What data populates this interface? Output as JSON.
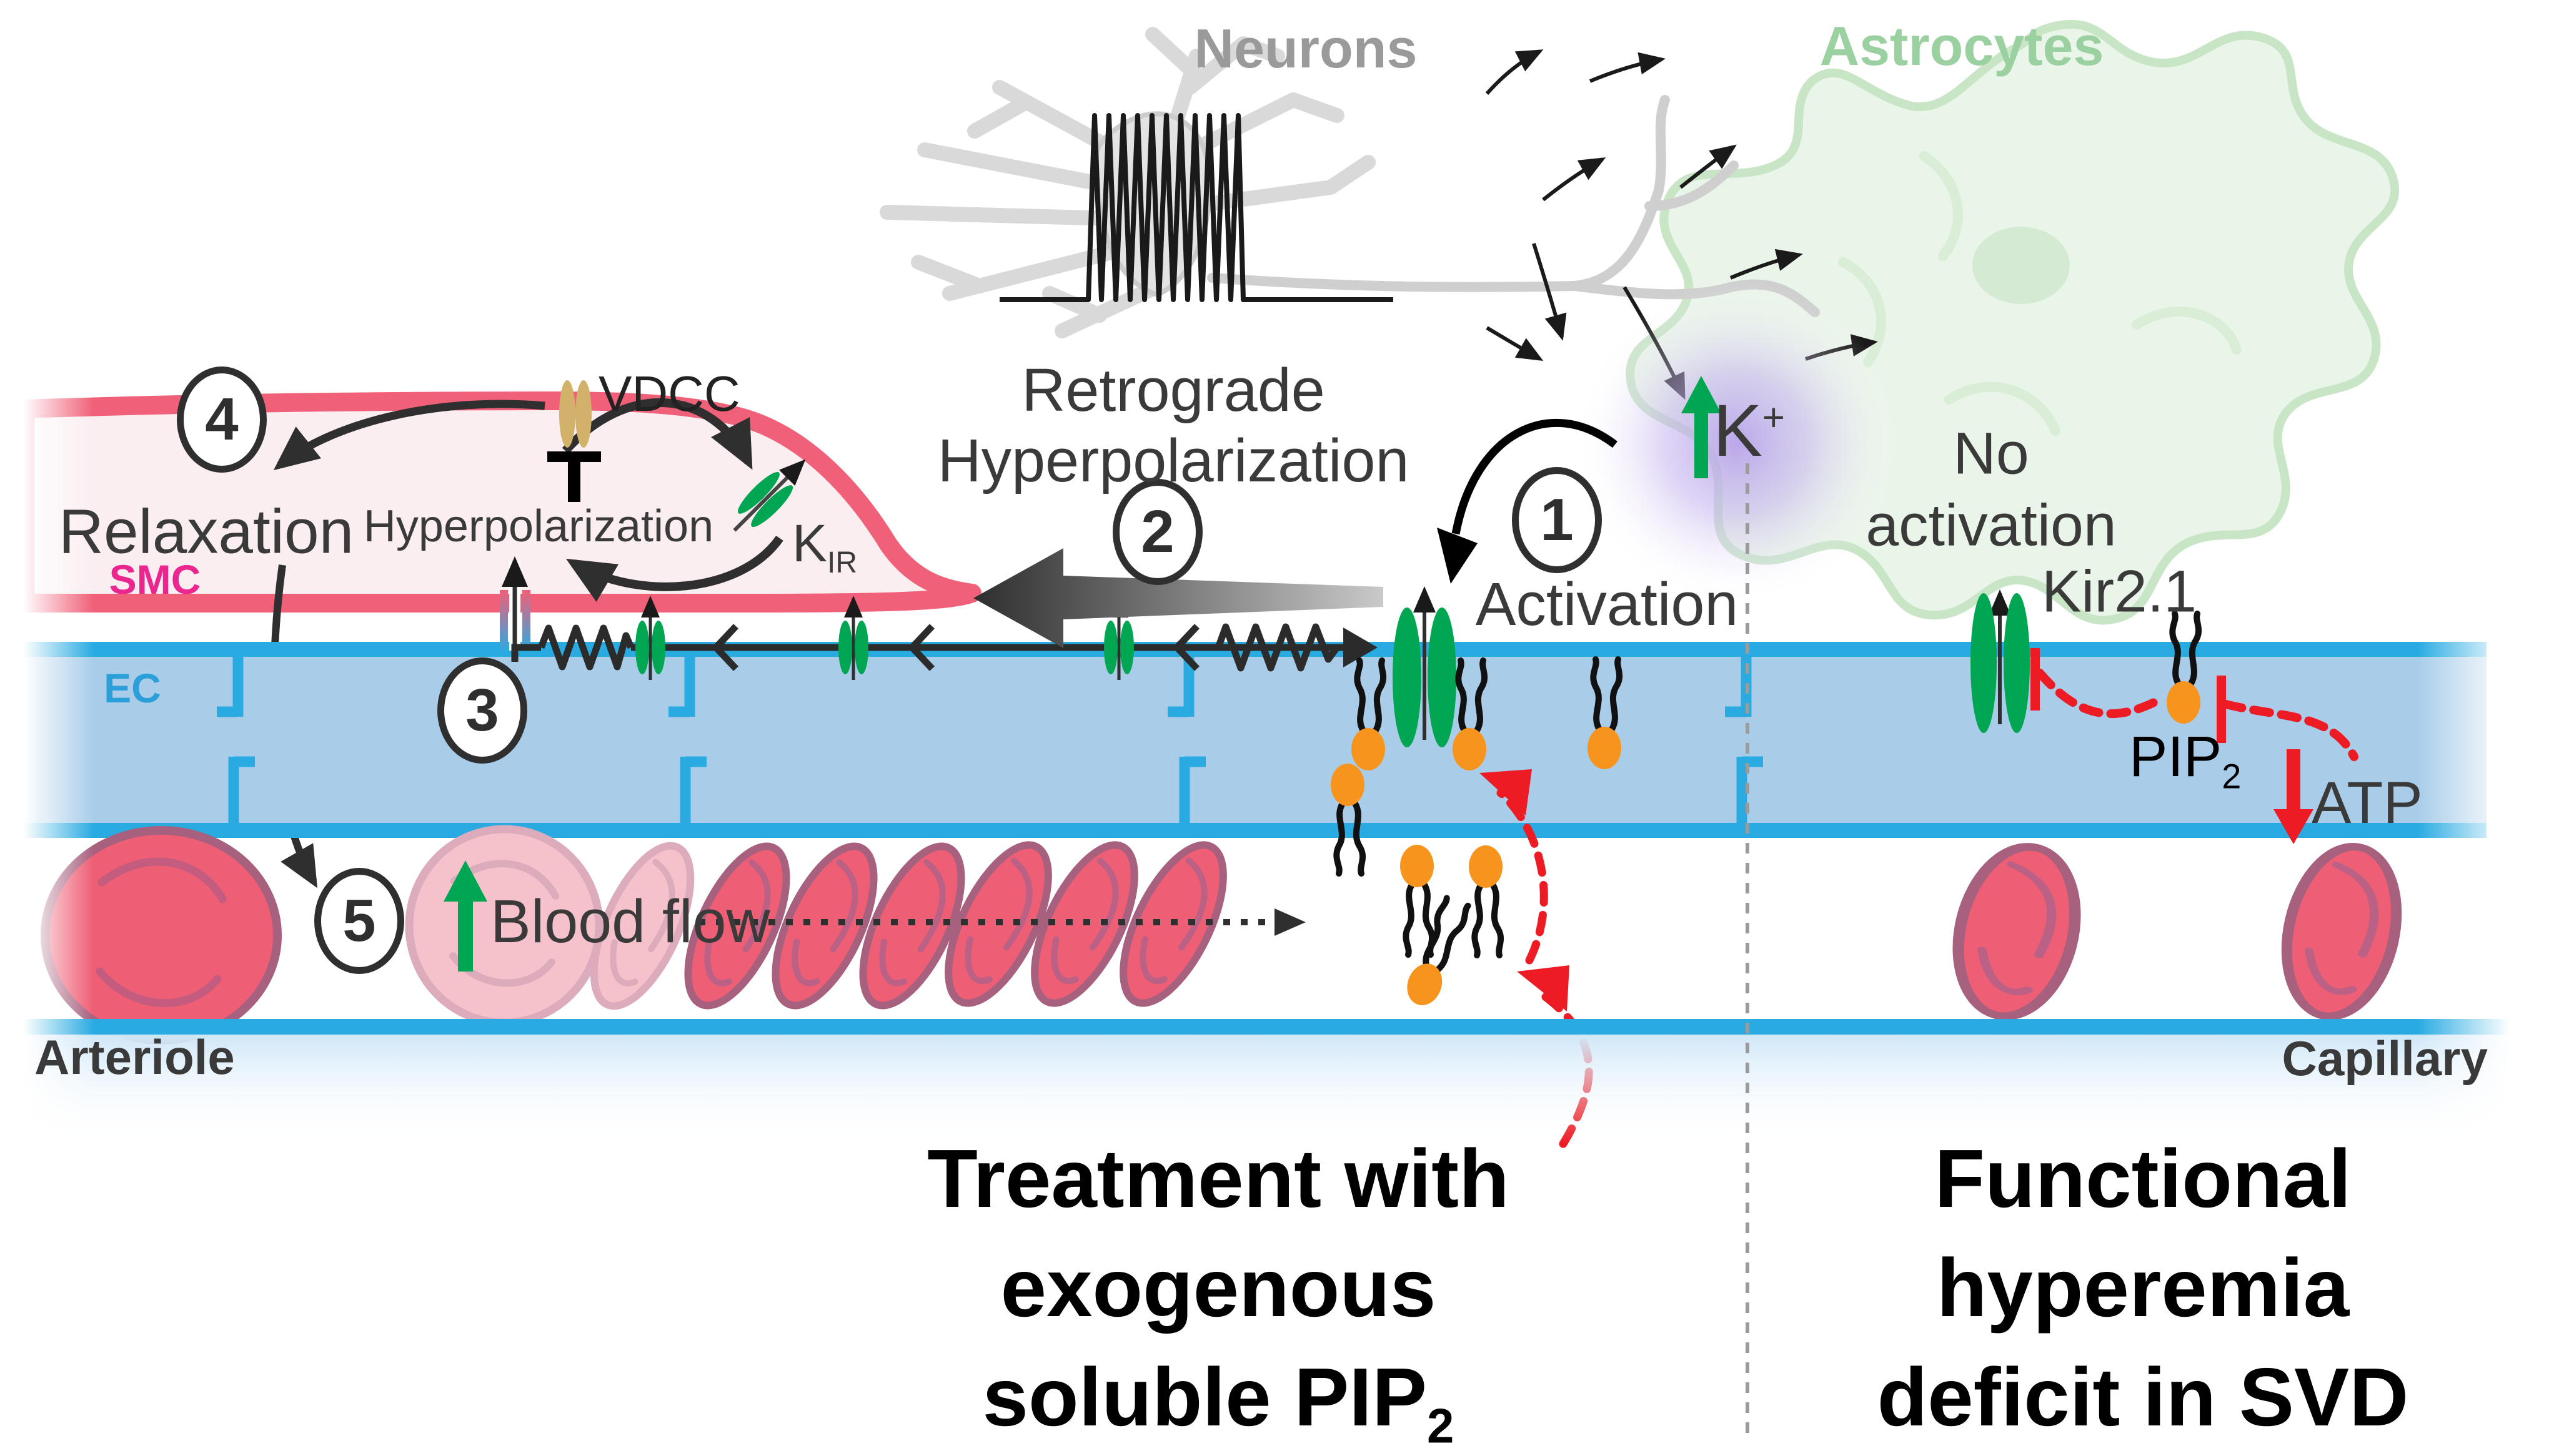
{
  "labels": {
    "neurons": "Neurons",
    "astrocytes": "Astrocytes",
    "retrograde_line1": "Retrograde",
    "retrograde_line2": "Hyperpolarization",
    "k_ion": "K",
    "k_ion_sup": "+",
    "step1": "1",
    "step1_label": "Activation",
    "step2": "2",
    "step3": "3",
    "step4": "4",
    "step4_label": "Relaxation",
    "step5": "5",
    "step5_label": "Blood flow",
    "no_activation_line1": "No",
    "no_activation_line2": "activation",
    "kir21": "Kir2.1",
    "vdcc": "VDCC",
    "hyperpolarization": "Hyperpolarization",
    "k_ir_main": "K",
    "k_ir_sub": "IR",
    "smc": "SMC",
    "ec": "EC",
    "pip2_main": "PIP",
    "pip2_sub": "2",
    "atp": "ATP",
    "arteriole": "Arteriole",
    "capillary": "Capillary"
  },
  "headings": {
    "treatment_line1": "Treatment with",
    "treatment_line2": "exogenous",
    "treatment_line3_main": "soluble PIP",
    "treatment_line3_sub": "2",
    "svd_line1": "Functional",
    "svd_line2": "hyperemia",
    "svd_line3": "deficit in SVD"
  },
  "colors": {
    "ec_border": "#29abe2",
    "ec_fill": "#a9cde9",
    "ec_label": "#2b9fd9",
    "smc_border": "#f06078",
    "smc_fill": "#faeef1",
    "smc_label": "#ec268f",
    "channel_green": "#00a651",
    "vdcc_tan": "#d2b16a",
    "pip2_orange": "#f7941d",
    "alert_red": "#ed1c24",
    "neuron_gray": "#9a9a9a",
    "astrocyte_green": "#9bd0a1",
    "glow_purple": "#b9a3ea",
    "rbc_fill": "#ee5e74",
    "rbc_rim": "#a7617f",
    "rbc_pale": "#f5c2cc",
    "text_dark": "#3a3a3a"
  }
}
